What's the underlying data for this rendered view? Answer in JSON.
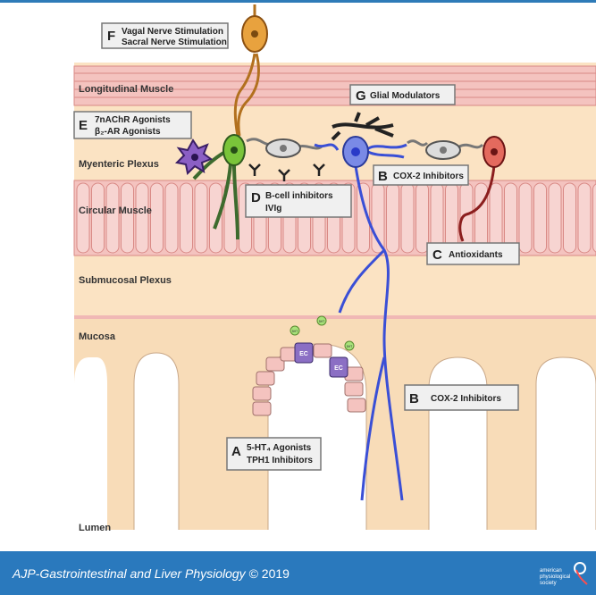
{
  "layers": {
    "longitudinal": "Longitudinal Muscle",
    "myenteric": "Myenteric Plexus",
    "circular": "Circular Muscle",
    "submucosal": "Submucosal Plexus",
    "mucosa": "Mucosa",
    "lumen": "Lumen"
  },
  "boxes": {
    "F": {
      "letter": "F",
      "line1": "Vagal Nerve Stimulation",
      "line2": "Sacral Nerve Stimulation"
    },
    "G": {
      "letter": "G",
      "line1": "Glial Modulators"
    },
    "E": {
      "letter": "E",
      "line1": "7nAChR Agonists",
      "line2": "β₂-AR Agonists"
    },
    "B1": {
      "letter": "B",
      "line1": "COX-2 Inhibitors"
    },
    "D": {
      "letter": "D",
      "line1": "B-cell inhibitors",
      "line2": "IVIg"
    },
    "C": {
      "letter": "C",
      "line1": "Antioxidants"
    },
    "B2": {
      "letter": "B",
      "line1": "COX-2 Inhibitors"
    },
    "A": {
      "letter": "A",
      "line1": "5-HT₄ Agonists",
      "line2": "TPH1 Inhibitors"
    }
  },
  "cells": {
    "ec": "EC",
    "serotonin": "5HT"
  },
  "footer": {
    "journal": "AJP-Gastrointestinal and Liver Physiology",
    "copyright": "© 2019",
    "society": "american physiological society"
  },
  "colors": {
    "accent": "#2a79bd",
    "muscle": "#f4c9c6",
    "tissue": "#fbe3c3",
    "nerve": "#3a4fd6",
    "motor": "#3d6b2e"
  }
}
